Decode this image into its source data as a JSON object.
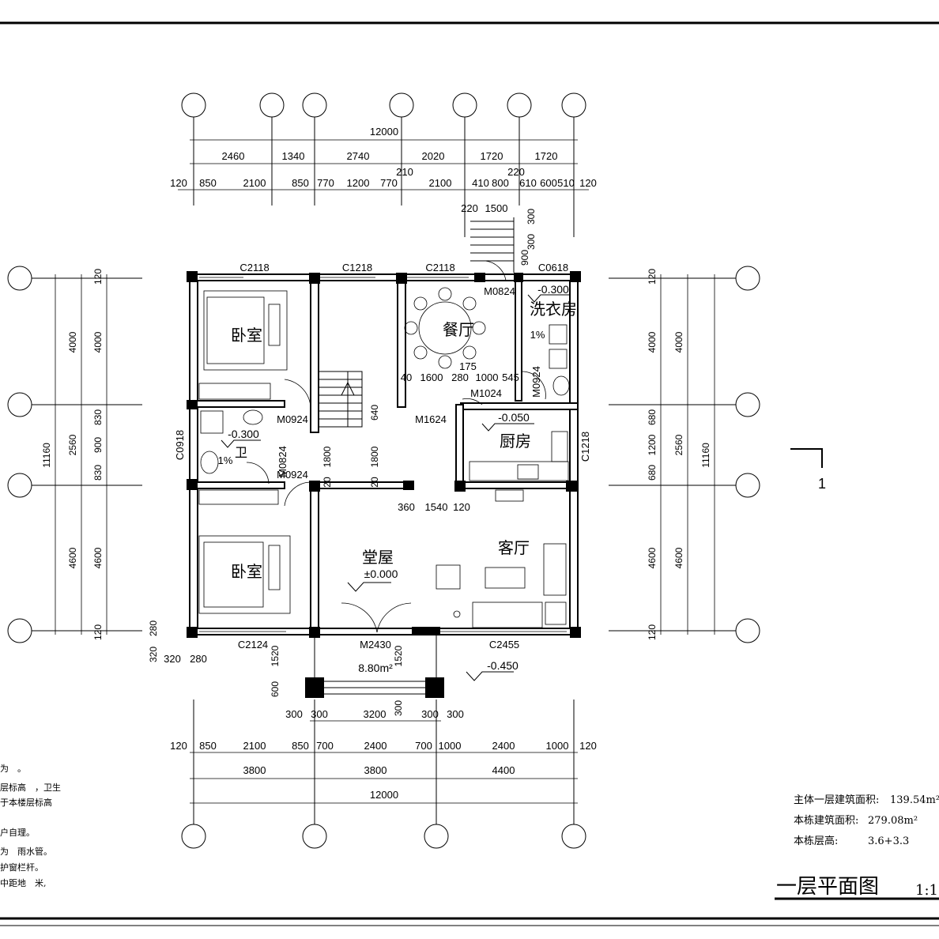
{
  "drawing": {
    "title": "一层平面图",
    "scale": "1:1",
    "section_mark": "1",
    "area_main_label": "主体一层建筑面积:",
    "area_main_value": "139.54m²",
    "area_total_label": "本栋建筑面积:",
    "area_total_value": "279.08m²",
    "floor_height_label": "本栋层高:",
    "floor_height_value": "3.6+3.3"
  },
  "notes": [
    "为　。",
    "层标高　，卫生",
    "于本楼层标高",
    "户自理。",
    "为　雨水管。",
    "护窗栏杆。",
    "中距地　米,"
  ],
  "rooms": {
    "bedroom_top": "卧室",
    "bedroom_bottom": "卧室",
    "dining": "餐厅",
    "laundry": "洗衣房",
    "kitchen": "厨房",
    "bath": "卫",
    "hall": "堂屋",
    "living": "客厅"
  },
  "levels": {
    "hall": "±0.000",
    "laundry": "-0.300",
    "bath": "-0.300",
    "kitchen": "-0.050",
    "outdoor": "-0.450",
    "porch_area": "8.80m²",
    "slope_laundry": "1%",
    "slope_bath": "1%"
  },
  "tags": {
    "c2118_left": "C2118",
    "c1218_top": "C1218",
    "c2118_mid": "C2118",
    "m0824_top": "M0824",
    "c0618": "C0618",
    "m0924_bed": "M0924",
    "m1624": "M1624",
    "m1024": "M1024",
    "m0924_laundry": "M0924",
    "c0918": "C0918",
    "m0824_bath": "M0824",
    "m0924_bath": "M0924",
    "c1218_right": "C1218",
    "c2124": "C2124",
    "m2430": "M2430",
    "c2455": "C2455"
  },
  "dims": {
    "top_total": "12000",
    "top_axes": [
      "2460",
      "1340",
      "2740",
      "2020",
      "1720",
      "1720"
    ],
    "top_detail": [
      "120",
      "850",
      "2100",
      "850",
      "770",
      "1200",
      "770",
      "2100",
      "410",
      "800",
      "610",
      "600",
      "510",
      "120"
    ],
    "top_210": "210",
    "top_220": "220",
    "stair_220": "220",
    "stair_1500": "1500",
    "stair_300a": "300",
    "stair_300b": "300",
    "stair_900": "900",
    "inner_40": "40",
    "inner_1600": "1600",
    "inner_280": "280",
    "inner_175": "175",
    "inner_1000": "1000",
    "inner_545": "545",
    "inner_640": "640",
    "inner_1800a": "1800",
    "inner_1800b": "1800",
    "inner_20a": "20",
    "inner_20b": "20",
    "inner_360": "360",
    "inner_1540": "1540",
    "inner_120": "120",
    "bottom_total": "12000",
    "bottom_axes": [
      "3800",
      "3800",
      "4400"
    ],
    "bottom_detail": [
      "120",
      "850",
      "2100",
      "850",
      "700",
      "2400",
      "700",
      "1000",
      "2400",
      "1000",
      "120"
    ],
    "porch": [
      "300",
      "300",
      "3200",
      "300",
      "300",
      "300"
    ],
    "porch_1520a": "1520",
    "porch_1520b": "1520",
    "porch_600": "600",
    "left_total": "11160",
    "left_axes": [
      "4000",
      "2560",
      "4600"
    ],
    "left_detail": [
      "120",
      "4000",
      "830",
      "900",
      "830",
      "4600",
      "120"
    ],
    "right_total": "11160",
    "right_axes": [
      "4000",
      "2560",
      "4600"
    ],
    "right_detail": [
      "120",
      "4000",
      "680",
      "1200",
      "680",
      "4600",
      "120"
    ],
    "corner": [
      "280",
      "320",
      "320",
      "280"
    ]
  }
}
